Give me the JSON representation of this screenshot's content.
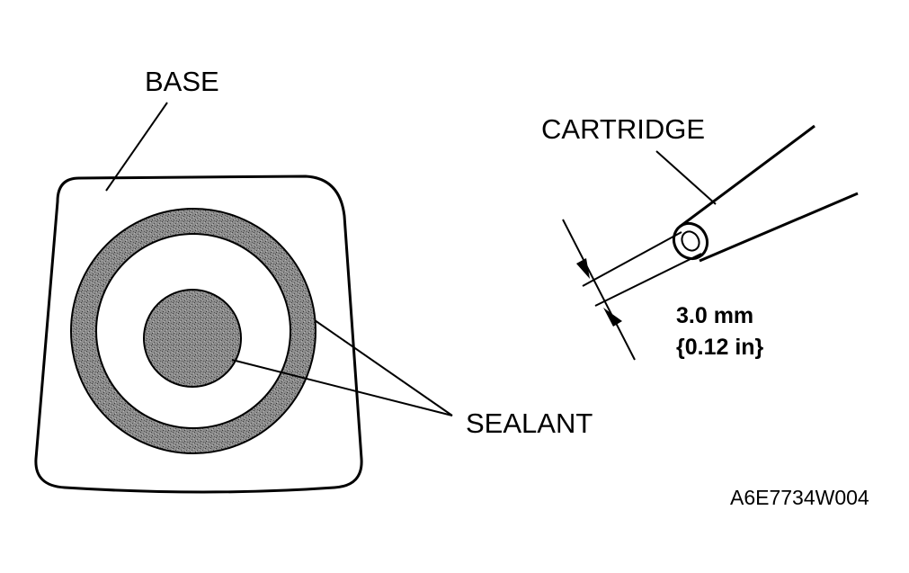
{
  "diagram": {
    "labels": {
      "base": "BASE",
      "cartridge": "CARTRIDGE",
      "sealant": "SEALANT",
      "dimension_metric": "3.0 mm",
      "dimension_imperial": "{0.12 in}",
      "figure_code": "A6E7734W004"
    },
    "colors": {
      "ink": "#000000",
      "sealant_fill": "#8a8a8a",
      "background": "#ffffff"
    }
  }
}
